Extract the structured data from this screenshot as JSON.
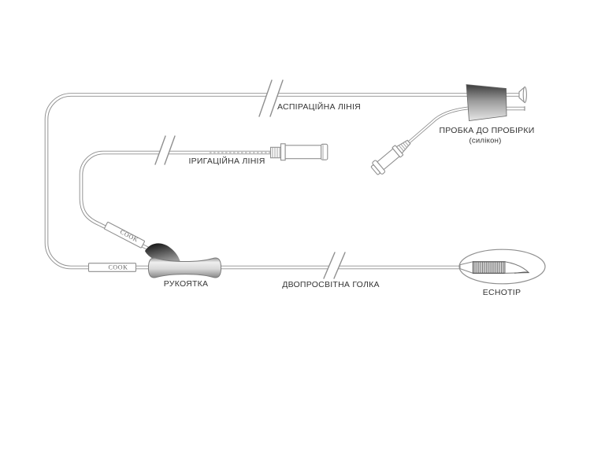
{
  "labels": {
    "aspiration_line": "АСПІРАЦІЙНА ЛІНІЯ",
    "irrigation_line": "ІРИГАЦІЙНА ЛІНІЯ",
    "test_tube_stopper": "ПРОБКА ДО ПРОБІРКИ",
    "test_tube_stopper_material": "(силікон)",
    "handle": "РУКОЯТКА",
    "double_lumen_needle": "ДВОПРОСВІТНА ГОЛКА",
    "echotip": "ECHOTIP",
    "brand": "COOK"
  },
  "colors": {
    "background": "#ffffff",
    "line": "#8f8f8f",
    "text": "#333333",
    "brand_text": "#666666",
    "stopper_top": "#3d3d3d",
    "stopper_mid": "#9a9a9a",
    "stopper_bottom": "#e6e6e6",
    "handle_top": "#999999",
    "handle_highlight": "#eeeeee",
    "handle_mid": "#d9d9d9",
    "handle_bottom": "#878787",
    "wedge_dark": "#0a0a0a",
    "wedge_light": "#999999"
  }
}
